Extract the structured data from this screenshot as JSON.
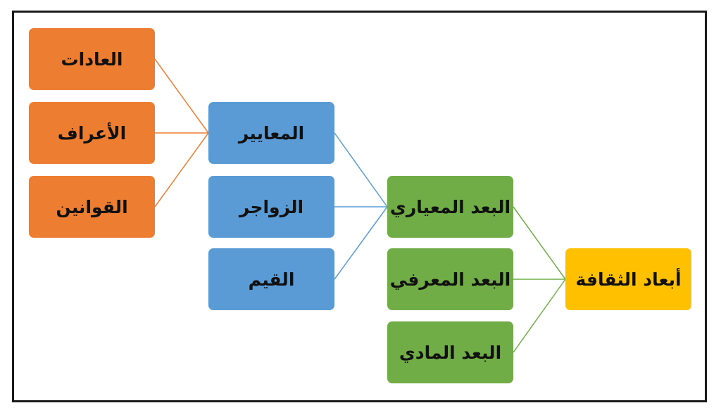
{
  "colors": {
    "level3": "#ED7D31",
    "level2": "#5B9BD5",
    "level1": "#70AD47",
    "root": "#FFC000",
    "frame": "#1a1a1a"
  },
  "root": {
    "label": "أبعاد الثقافة"
  },
  "dimensions": [
    {
      "label": "البعد المعياري",
      "children": [
        {
          "label": "المعايير",
          "children": [
            {
              "label": "العادات"
            },
            {
              "label": "الأعراف"
            },
            {
              "label": "القوانين"
            }
          ]
        },
        {
          "label": "الزواجر"
        },
        {
          "label": "القيم"
        }
      ]
    },
    {
      "label": "البعد المعرفي"
    },
    {
      "label": "البعد المادي"
    }
  ]
}
